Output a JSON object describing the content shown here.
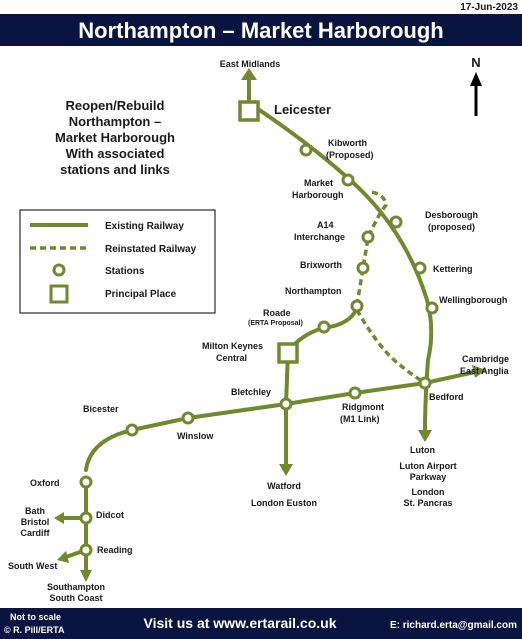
{
  "date": "17-Jun-2023",
  "title": "Northampton – Market Harborough",
  "north": "N",
  "proposal": [
    "Reopen/Rebuild",
    "Northampton –",
    "Market Harborough",
    "With associated",
    "stations and links"
  ],
  "legend": {
    "existing": "Existing Railway",
    "reinstated": "Reinstated Railway",
    "stations": "Stations",
    "principal": "Principal Place"
  },
  "colors": {
    "line": "#6f8a2e",
    "banner": "#0a1440",
    "station_fill": "#ffffff"
  },
  "labels": {
    "east_midlands": "East Midlands",
    "leicester": "Leicester",
    "kibworth": [
      "Kibworth",
      "(Proposed)"
    ],
    "market_harborough": [
      "Market",
      "Harborough"
    ],
    "desborough": [
      "Desborough",
      "(proposed)"
    ],
    "a14": [
      "A14",
      "Interchange"
    ],
    "kettering": "Kettering",
    "brixworth": "Brixworth",
    "wellingborough": "Wellingborough",
    "northampton": "Northampton",
    "roade": "Roade",
    "roade_note": "(ERTA Proposal)",
    "milton_keynes": [
      "Milton Keynes",
      "Central"
    ],
    "cambridge": [
      "Cambridge",
      "East Anglia"
    ],
    "bedford": "Bedford",
    "bletchley": "Bletchley",
    "ridgmont": [
      "Ridgmont",
      "(M1 Link)"
    ],
    "bicester": "Bicester",
    "winslow": "Winslow",
    "luton": "Luton",
    "luton_airport": [
      "Luton Airport",
      "Parkway"
    ],
    "london_stpancras": [
      "London",
      "St. Pancras"
    ],
    "watford": "Watford",
    "london_euston": "London Euston",
    "oxford": "Oxford",
    "bath_bristol": [
      "Bath",
      "Bristol",
      "Cardiff"
    ],
    "didcot": "Didcot",
    "reading": "Reading",
    "south_west": "South West",
    "southampton": [
      "Southampton",
      "South Coast"
    ]
  },
  "footer": {
    "scale": "Not to scale",
    "author": "© R. Pill/ERTA",
    "website": "Visit us at www.ertarail.co.uk",
    "email": "E: richard.erta@gmail.com"
  }
}
